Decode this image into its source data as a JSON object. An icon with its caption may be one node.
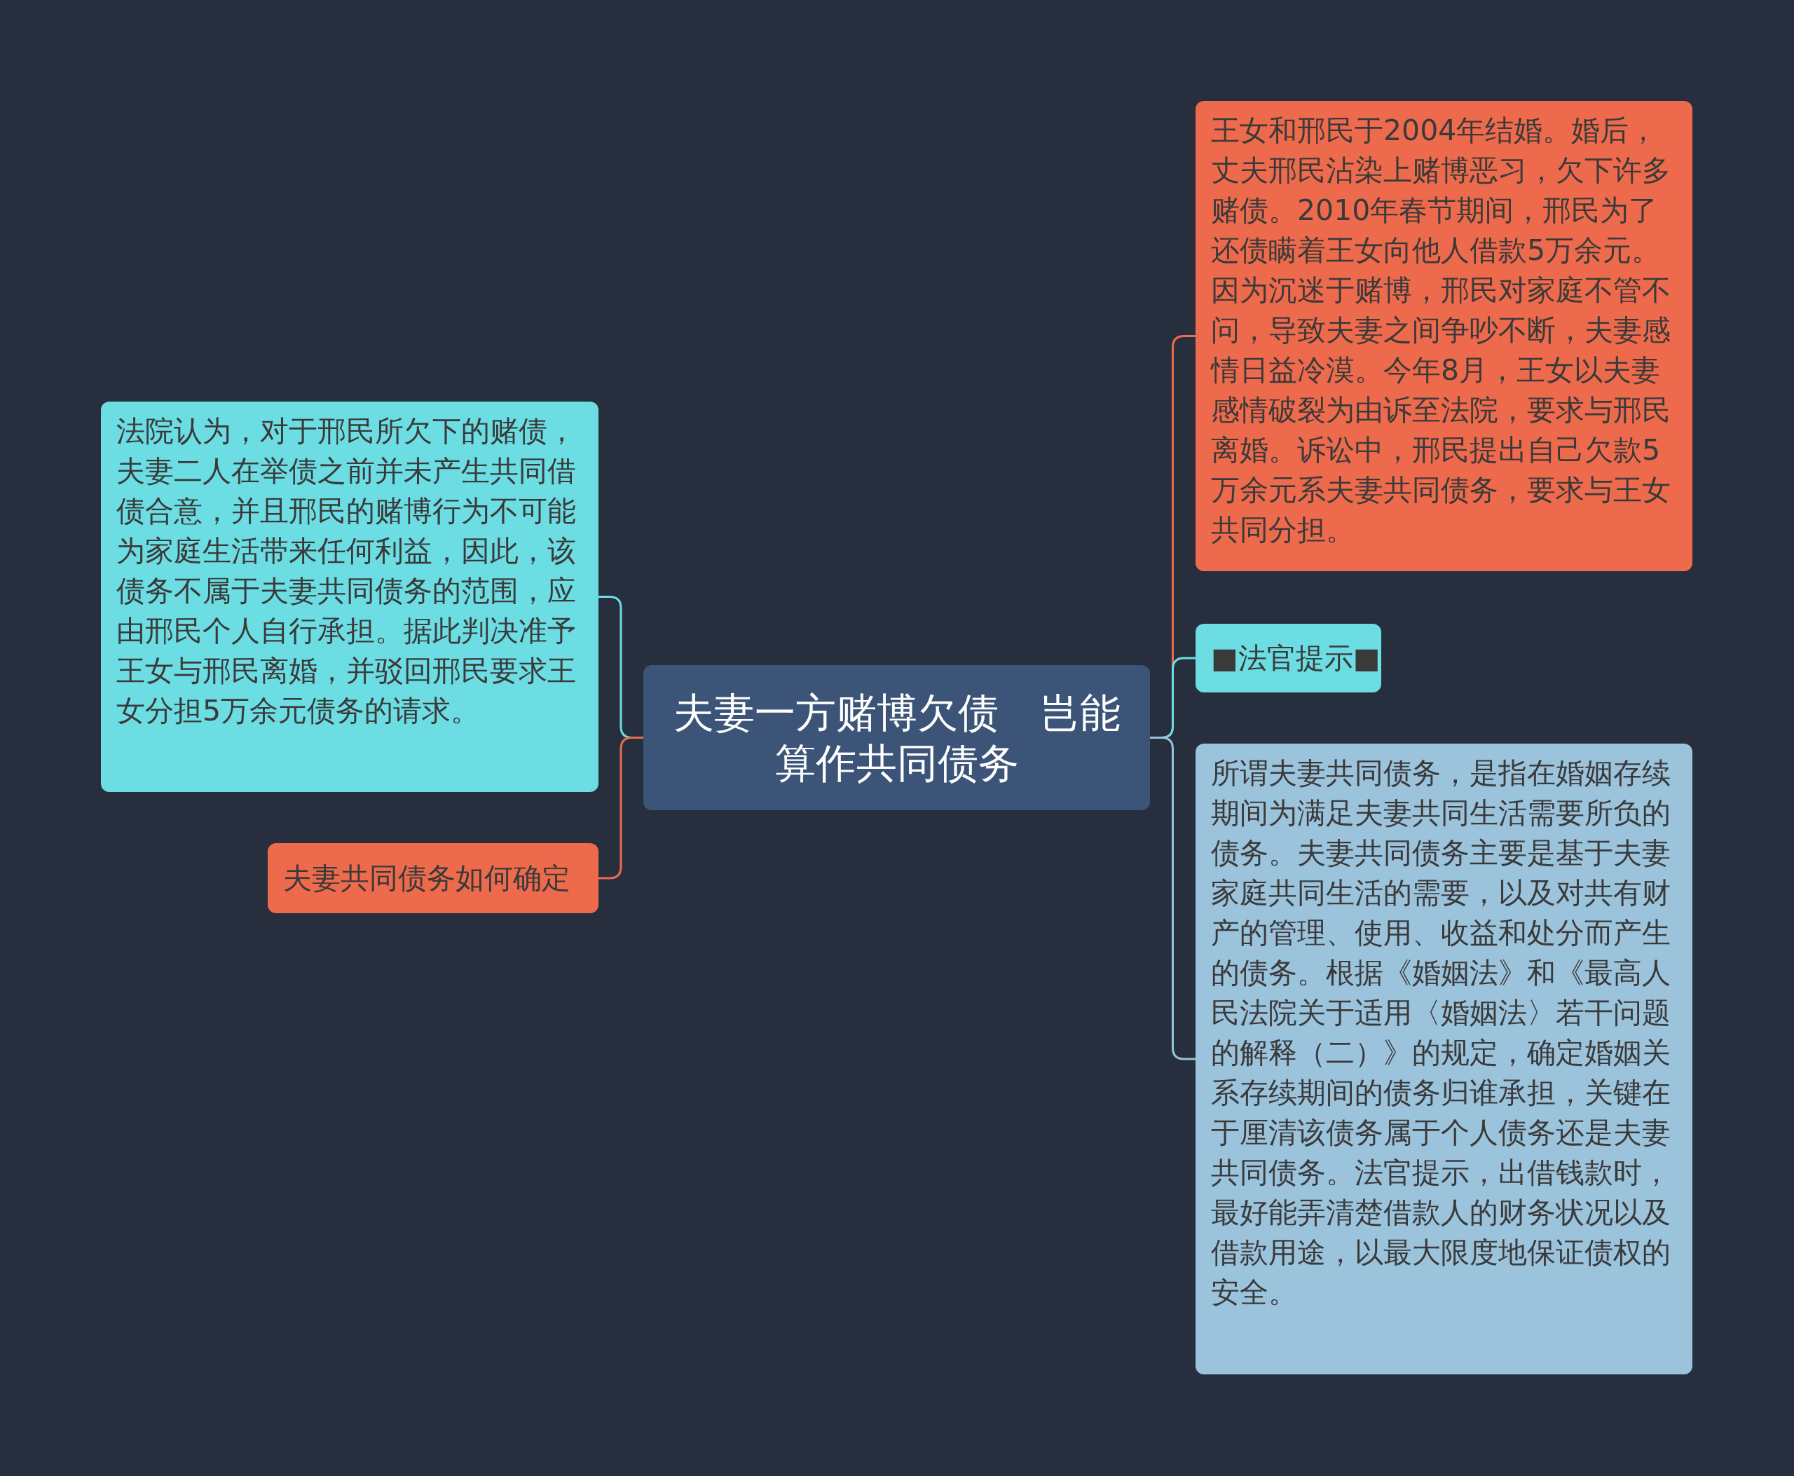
{
  "diagram": {
    "nodes": [
      {
        "text": [
          "夫妻一方赌博欠债　岂能算作共同债务"
        ]
      },
      {
        "text": [
          "法院认为，对于邢民所欠下的赌债，夫妻二人在举债之前并未产生共同借债合意，并且邢民的赌博行为不可能为家庭生活带来任何利益，因此，该债务不属于夫妻共同债务的范围，应由邢民个人自行承担。据此判决准予王女与邢民离婚，并驳回邢民要求王女分担5万余元债务的请求。"
        ]
      },
      {
        "text": [
          "夫妻共同债务如何确定"
        ]
      },
      {
        "text": [
          "王女和邢民于2004年结婚。婚后，丈夫邢民沾染上赌博恶习，欠下许多赌债。2010年春节期间，邢民为了还债瞒着王女向他人借款5万余元。因为沉迷于赌博，邢民对家庭不管不问，导致夫妻之间争吵不断，夫妻感情日益冷漠。今年8月，王女以夫妻感情破裂为由诉至法院，要求与邢民离婚。诉讼中，邢民提出自己欠款5万余元系夫妻共同债务，要求与王女共同分担。"
        ]
      },
      {
        "text": [
          "■法官提示■"
        ]
      },
      {
        "text": [
          "所谓夫妻共同债务，是指在婚姻存续期间为满足夫妻共同生活需要所负的债务。夫妻共同债务主要是基于夫妻家庭共同生活的需要，以及对共有财产的管理、使用、收益和处分而产生的债务。根据《婚姻法》和《最高人民法院关于适用〈婚姻法〉若干问题的解释（二）》的规定，确定婚姻关系存续期间的债务归谁承担，关键在于厘清该债务属于个人债务还是夫妻共同债务。法官提示，出借钱款时，最好能弄清楚借款人的财务状况以及借款用途，以最大限度地保证债权的安全。"
        ]
      }
    ],
    "edges": [
      {
        "from": 0,
        "to": 1,
        "arrow": "none",
        "color": "#6cdde3"
      },
      {
        "from": 0,
        "to": 2,
        "arrow": "none",
        "color": "#ee6a4c"
      },
      {
        "from": 0,
        "to": 3,
        "arrow": "none",
        "color": "#ee6a4c"
      },
      {
        "from": 0,
        "to": 4,
        "arrow": "none",
        "color": "#6cdde3"
      },
      {
        "from": 0,
        "to": 5,
        "arrow": "none",
        "color": "#9cc3dc"
      }
    ]
  }
}
